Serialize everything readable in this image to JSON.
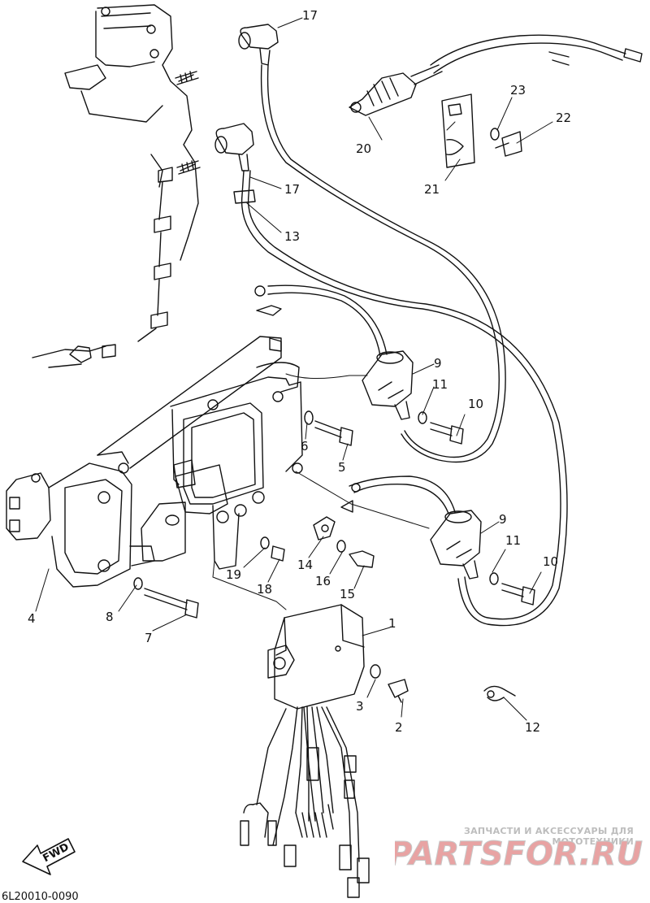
{
  "callouts": [
    {
      "id": "c1",
      "text": "1"
    },
    {
      "id": "c2",
      "text": "2"
    },
    {
      "id": "c3",
      "text": "3"
    },
    {
      "id": "c4",
      "text": "4"
    },
    {
      "id": "c5",
      "text": "5"
    },
    {
      "id": "c6",
      "text": "6"
    },
    {
      "id": "c7",
      "text": "7"
    },
    {
      "id": "c8",
      "text": "8"
    },
    {
      "id": "c9a",
      "text": "9"
    },
    {
      "id": "c9b",
      "text": "9"
    },
    {
      "id": "c10a",
      "text": "10"
    },
    {
      "id": "c10b",
      "text": "10"
    },
    {
      "id": "c11a",
      "text": "11"
    },
    {
      "id": "c11b",
      "text": "11"
    },
    {
      "id": "c12",
      "text": "12"
    },
    {
      "id": "c13",
      "text": "13"
    },
    {
      "id": "c14",
      "text": "14"
    },
    {
      "id": "c15",
      "text": "15"
    },
    {
      "id": "c16",
      "text": "16"
    },
    {
      "id": "c17a",
      "text": "17"
    },
    {
      "id": "c17b",
      "text": "17"
    },
    {
      "id": "c18",
      "text": "18"
    },
    {
      "id": "c19",
      "text": "19"
    },
    {
      "id": "c20",
      "text": "20"
    },
    {
      "id": "c21",
      "text": "21"
    },
    {
      "id": "c22",
      "text": "22"
    },
    {
      "id": "c23",
      "text": "23"
    }
  ],
  "diagram_code": "6L20010-0090",
  "fwd_label": "FWD",
  "watermark": {
    "caption": "ЗАПЧАСТИ И АКСЕССУАРЫ ДЛЯ МОТОТЕХНИКИ",
    "logo_text": "PARTSFOR.RU",
    "colors": {
      "red": "#e8a3a3",
      "gray": "#c8c8c8"
    }
  }
}
